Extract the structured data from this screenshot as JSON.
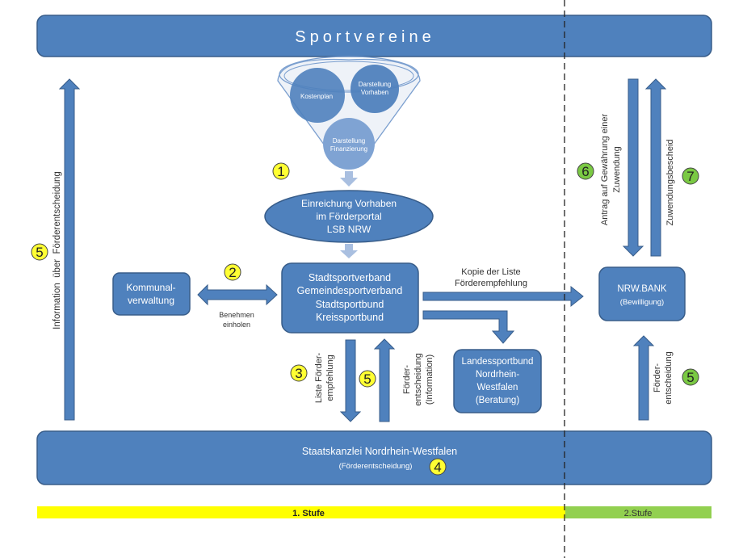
{
  "top_bar": {
    "label": "Sportvereine"
  },
  "funnel": {
    "items": [
      "Kostenplan",
      "Darstellung Vorhaben",
      "Darstellung Finanzierung"
    ],
    "kostenplan": "Kostenplan",
    "vorhaben_1": "Darstellung",
    "vorhaben_2": "Vorhaben",
    "finanz_1": "Darstellung",
    "finanz_2": "Finanzierung"
  },
  "portal": {
    "line1": "Einreichung Vorhaben",
    "line2": "im Förderportal",
    "line3": "LSB NRW"
  },
  "center_box": {
    "line1": "Stadtsportverband",
    "line2": "Gemeindesportverband",
    "line3": "Stadtsportbund",
    "line4": "Kreissportbund"
  },
  "kommunal": {
    "line1": "Kommunal-",
    "line2": "verwaltung"
  },
  "benehmen": {
    "line1": "Benehmen",
    "line2": "einholen"
  },
  "kopie": {
    "line1": "Kopie der Liste",
    "line2": "Förderempfehlung"
  },
  "nrw_bank": {
    "line1": "NRW.BANK",
    "line2": "(Bewilligung)"
  },
  "landes": {
    "line1": "Landessportbund",
    "line2": "Nordrhein-",
    "line3": "Westfalen",
    "line4": "(Beratung)"
  },
  "liste": {
    "line1": "Liste Förder-",
    "line2": "empfehlung"
  },
  "foerder_info": {
    "line1": "Förder-",
    "line2": "entscheidung",
    "line3": "(Information)"
  },
  "info_left": {
    "label": "Information  über  Förderentscheidung"
  },
  "antrag": {
    "line1": "Antrag auf Gewährung einer",
    "line2": "Zuwendung"
  },
  "bescheid": {
    "label": "Zuwendungsbescheid"
  },
  "foerder_right": {
    "line1": "Förder-",
    "line2": "entscheidung"
  },
  "bottom_bar": {
    "line1": "Staatskanzlei Nordrhein-Westfalen",
    "line2": "(Förderentscheidung)"
  },
  "stages": {
    "stage1": "1. Stufe",
    "stage2": "2.Stufe"
  },
  "badges": {
    "b1": "1",
    "b2": "2",
    "b3": "3",
    "b4": "4",
    "b5": "5",
    "b6": "6",
    "b7": "7"
  },
  "colors": {
    "box": "#4f81bd",
    "stage1": "#ffff00",
    "stage2": "#92d050",
    "badge_yellow": "#ffff33",
    "badge_green": "#7ac943"
  }
}
